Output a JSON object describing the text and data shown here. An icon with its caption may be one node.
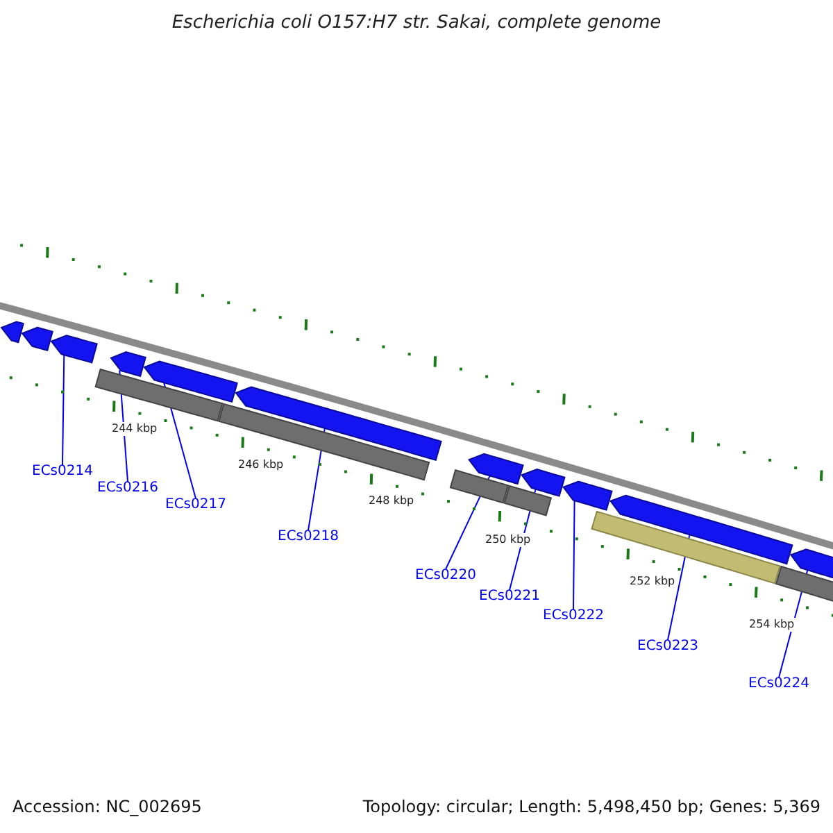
{
  "diagram": {
    "title": "Escherichia coli O157:H7 str. Sakai, complete genome",
    "nodes": [
      {
        "text": [],
        "shape": "pentagon"
      },
      {
        "text": [],
        "shape": "pentagon"
      },
      {
        "text": [],
        "shape": "pentagon"
      },
      {
        "text": [],
        "shape": "pentagon"
      },
      {
        "text": [],
        "shape": "pentagon"
      },
      {
        "text": [],
        "shape": "pentagon"
      },
      {
        "text": [],
        "shape": "pentagon"
      },
      {
        "text": [],
        "shape": "pentagon"
      },
      {
        "text": [],
        "shape": "pentagon"
      },
      {
        "text": [],
        "shape": "pentagon"
      },
      {
        "text": [],
        "shape": "pentagon"
      },
      {
        "text": [
          "ECs0214"
        ]
      },
      {
        "text": [
          "ECs0216"
        ]
      },
      {
        "text": [
          "ECs0217"
        ]
      },
      {
        "text": [
          "ECs0218"
        ]
      },
      {
        "text": [
          "ECs0220"
        ]
      },
      {
        "text": [
          "ECs0221"
        ]
      },
      {
        "text": [
          "ECs0222"
        ]
      },
      {
        "text": [
          "ECs0223"
        ]
      },
      {
        "text": [
          "ECs0224"
        ]
      }
    ],
    "edges": [
      {
        "from": 11,
        "to": 2,
        "arrow": "none"
      },
      {
        "from": 12,
        "to": 3,
        "arrow": "none"
      },
      {
        "from": 13,
        "to": 4,
        "arrow": "none"
      },
      {
        "from": 14,
        "to": 5,
        "arrow": "none"
      },
      {
        "from": 15,
        "to": 6,
        "arrow": "none"
      },
      {
        "from": 16,
        "to": 7,
        "arrow": "none"
      },
      {
        "from": 17,
        "to": 8,
        "arrow": "none"
      },
      {
        "from": 18,
        "to": 9,
        "arrow": "none"
      },
      {
        "from": 19,
        "to": 10,
        "arrow": "none"
      }
    ],
    "labels": [
      "244 kbp",
      "246 kbp",
      "248 kbp",
      "250 kbp",
      "252 kbp",
      "254 kbp",
      "Accession: NC_002695",
      "Topology: circular; Length: 5,498,450 bp; Genes: 5,369"
    ]
  }
}
